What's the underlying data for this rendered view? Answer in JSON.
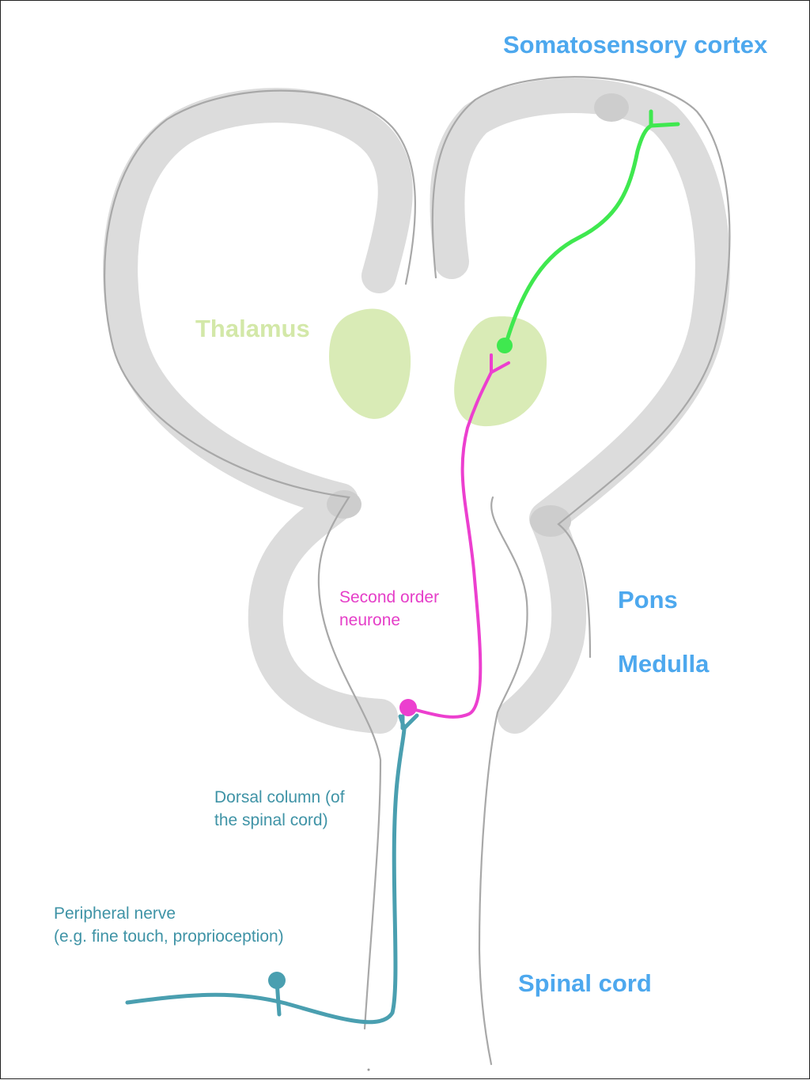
{
  "labels": {
    "cortex": "Somatosensory cortex",
    "thalamus": "Thalamus",
    "pons": "Pons",
    "medulla": "Medulla",
    "spinal_cord": "Spinal cord",
    "second_order_line1": "Second order",
    "second_order_line2": "neurone",
    "dorsal_column_line1": "Dorsal column (of",
    "dorsal_column_line2": "the spinal cord)",
    "peripheral_line1": "Peripheral nerve",
    "peripheral_line2": "(e.g. fine touch, proprioception)"
  },
  "colors": {
    "region_label": "#4da8ee",
    "thalamus": "#d9ebb6",
    "thalamus_label": "#d3e8a8",
    "brain_band": "#dcdcdc",
    "outline": "#a8a8a8",
    "first_order": "#4a9fb0",
    "second_order": "#ec3fcf",
    "third_order": "#3fe84f",
    "first_order_text": "#3f93a6",
    "second_order_text": "#e53ec8"
  },
  "icons": {
    "neuron_body": "filled-circle"
  }
}
